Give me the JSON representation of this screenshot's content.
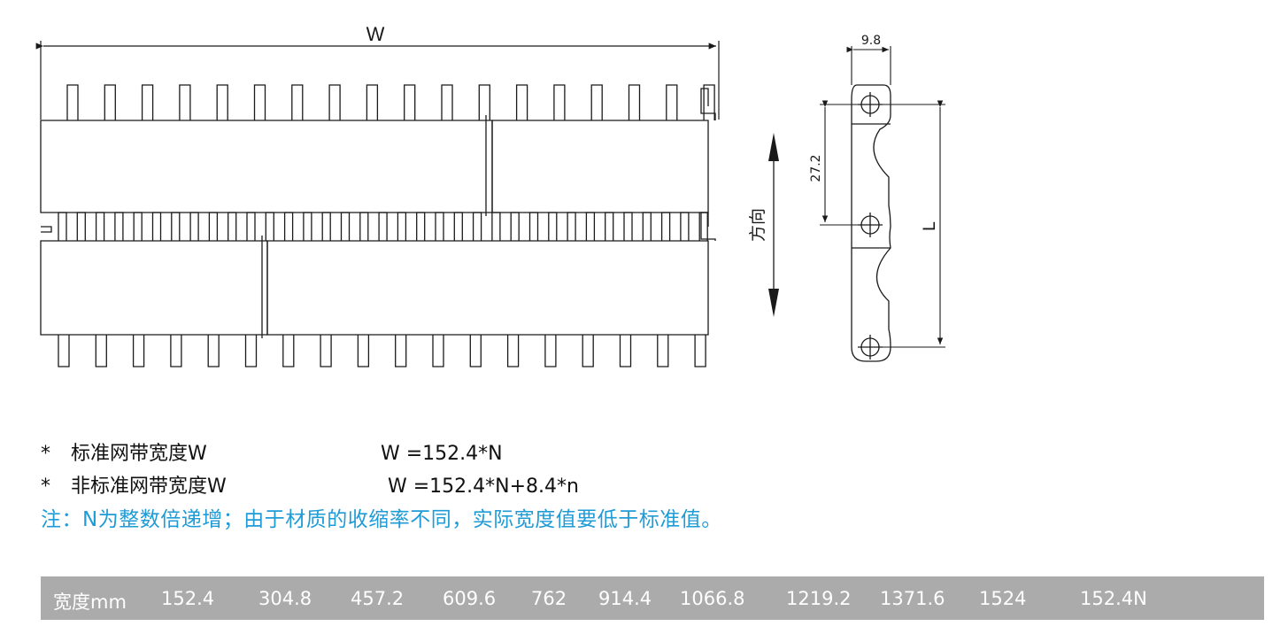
{
  "drawing": {
    "width_label": "W",
    "pitch_label": "27.2",
    "thickness_label": "9.8",
    "length_label": "L",
    "direction_label": "方向"
  },
  "specs": [
    {
      "marker": "*",
      "label": "标准网带宽度W",
      "formula": "W =152.4*N"
    },
    {
      "marker": "*",
      "label": "非标准网带宽度W",
      "formula": "W =152.4*N+8.4*n"
    }
  ],
  "note": "注：N为整数倍递增；由于材质的收缩率不同，实际宽度值要低于标准值。",
  "width_table": {
    "header": "宽度mm",
    "values": [
      "152.4",
      "304.8",
      "457.2",
      "609.6",
      "762",
      "914.4",
      "1066.8",
      "1219.2",
      "1371.6",
      "1524",
      "152.4N"
    ]
  },
  "colors": {
    "note": "#1f9bd6",
    "table_bg": "#ababab",
    "table_text": "#ffffff",
    "line": "#1a1a1a"
  }
}
